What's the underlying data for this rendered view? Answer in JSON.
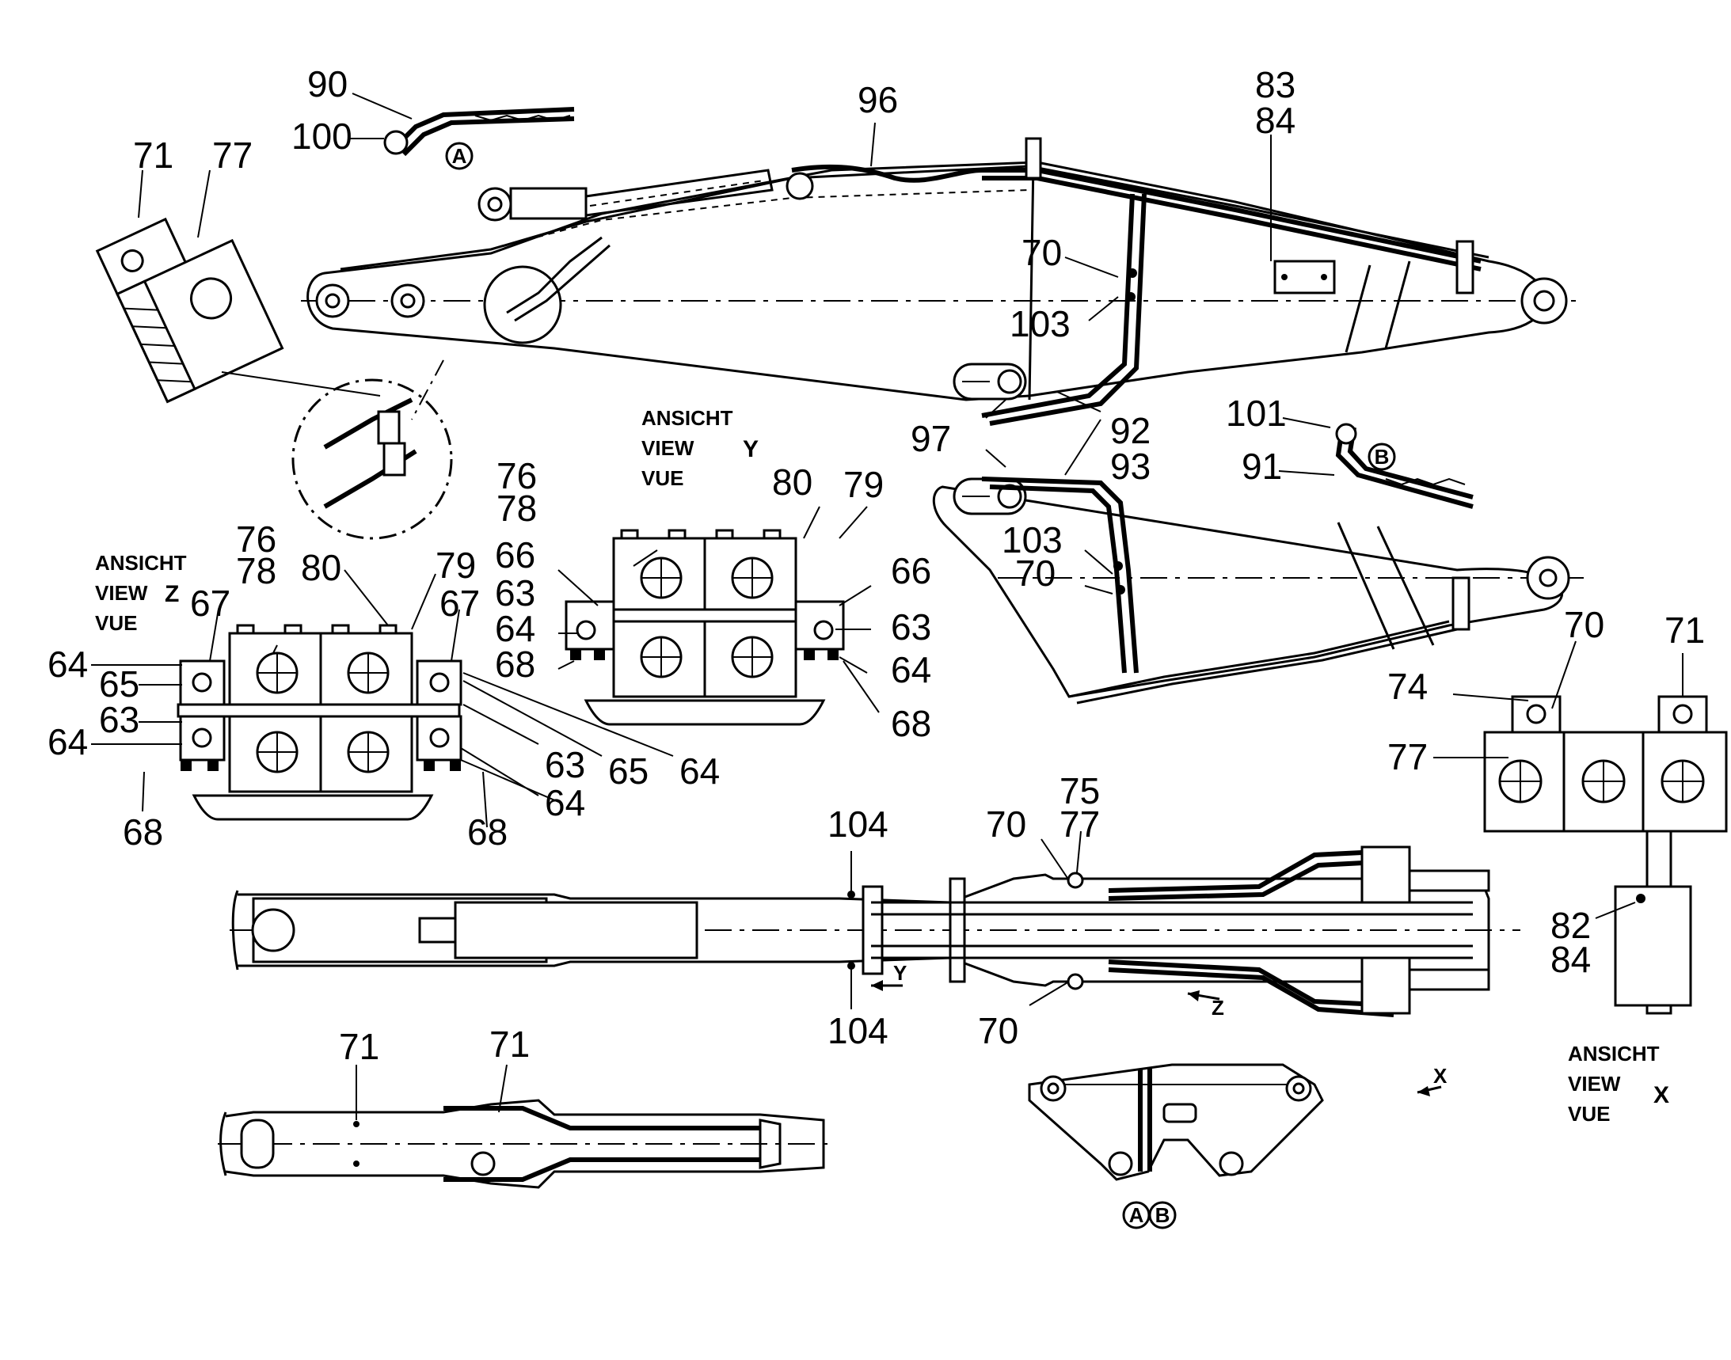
{
  "views": {
    "z": {
      "l1": "ANSICHT",
      "l2": "VIEW",
      "l3": "VUE",
      "letter": "Z"
    },
    "y": {
      "l1": "ANSICHT",
      "l2": "VIEW",
      "l3": "VUE",
      "letter": "Y"
    },
    "x": {
      "l1": "ANSICHT",
      "l2": "VIEW",
      "l3": "VUE",
      "letter": "X"
    }
  },
  "markers": {
    "a": "A",
    "b": "B",
    "arrow_y": "Y",
    "arrow_z": "Z",
    "arrow_x": "X"
  },
  "callouts": {
    "c90": "90",
    "c100": "100",
    "c96": "96",
    "c71a": "71",
    "c77a": "77",
    "c83": "83",
    "c84a": "84",
    "c70a": "70",
    "c103a": "103",
    "c101": "101",
    "c91": "91",
    "c97": "97",
    "c92": "92",
    "c93": "93",
    "c103b": "103",
    "c70b": "70",
    "cy76": "76",
    "cy78": "78",
    "cy80": "80",
    "cy79": "79",
    "cy66a": "66",
    "cy63a": "63",
    "cy64a": "64",
    "cy68a": "68",
    "cy66b": "66",
    "cy63b": "63",
    "cy64b": "64",
    "cy68b": "68",
    "cz76": "76",
    "cz78": "78",
    "cz80": "80",
    "cz79": "79",
    "cz67a": "67",
    "cz64a": "64",
    "cz65a": "65",
    "cz63a": "63",
    "cz64b": "64",
    "cz68a": "68",
    "cz67b": "67",
    "cz63b": "63",
    "cz65b": "65",
    "cz64c": "64",
    "cz64d": "64",
    "cz68b": "68",
    "cx70": "70",
    "cx71": "71",
    "cx74": "74",
    "cx77": "77",
    "cx82": "82",
    "cx84": "84",
    "c104a": "104",
    "c104b": "104",
    "c70c": "70",
    "c70d": "70",
    "c75": "75",
    "c77b": "77",
    "c71b": "71",
    "c71c": "71"
  }
}
